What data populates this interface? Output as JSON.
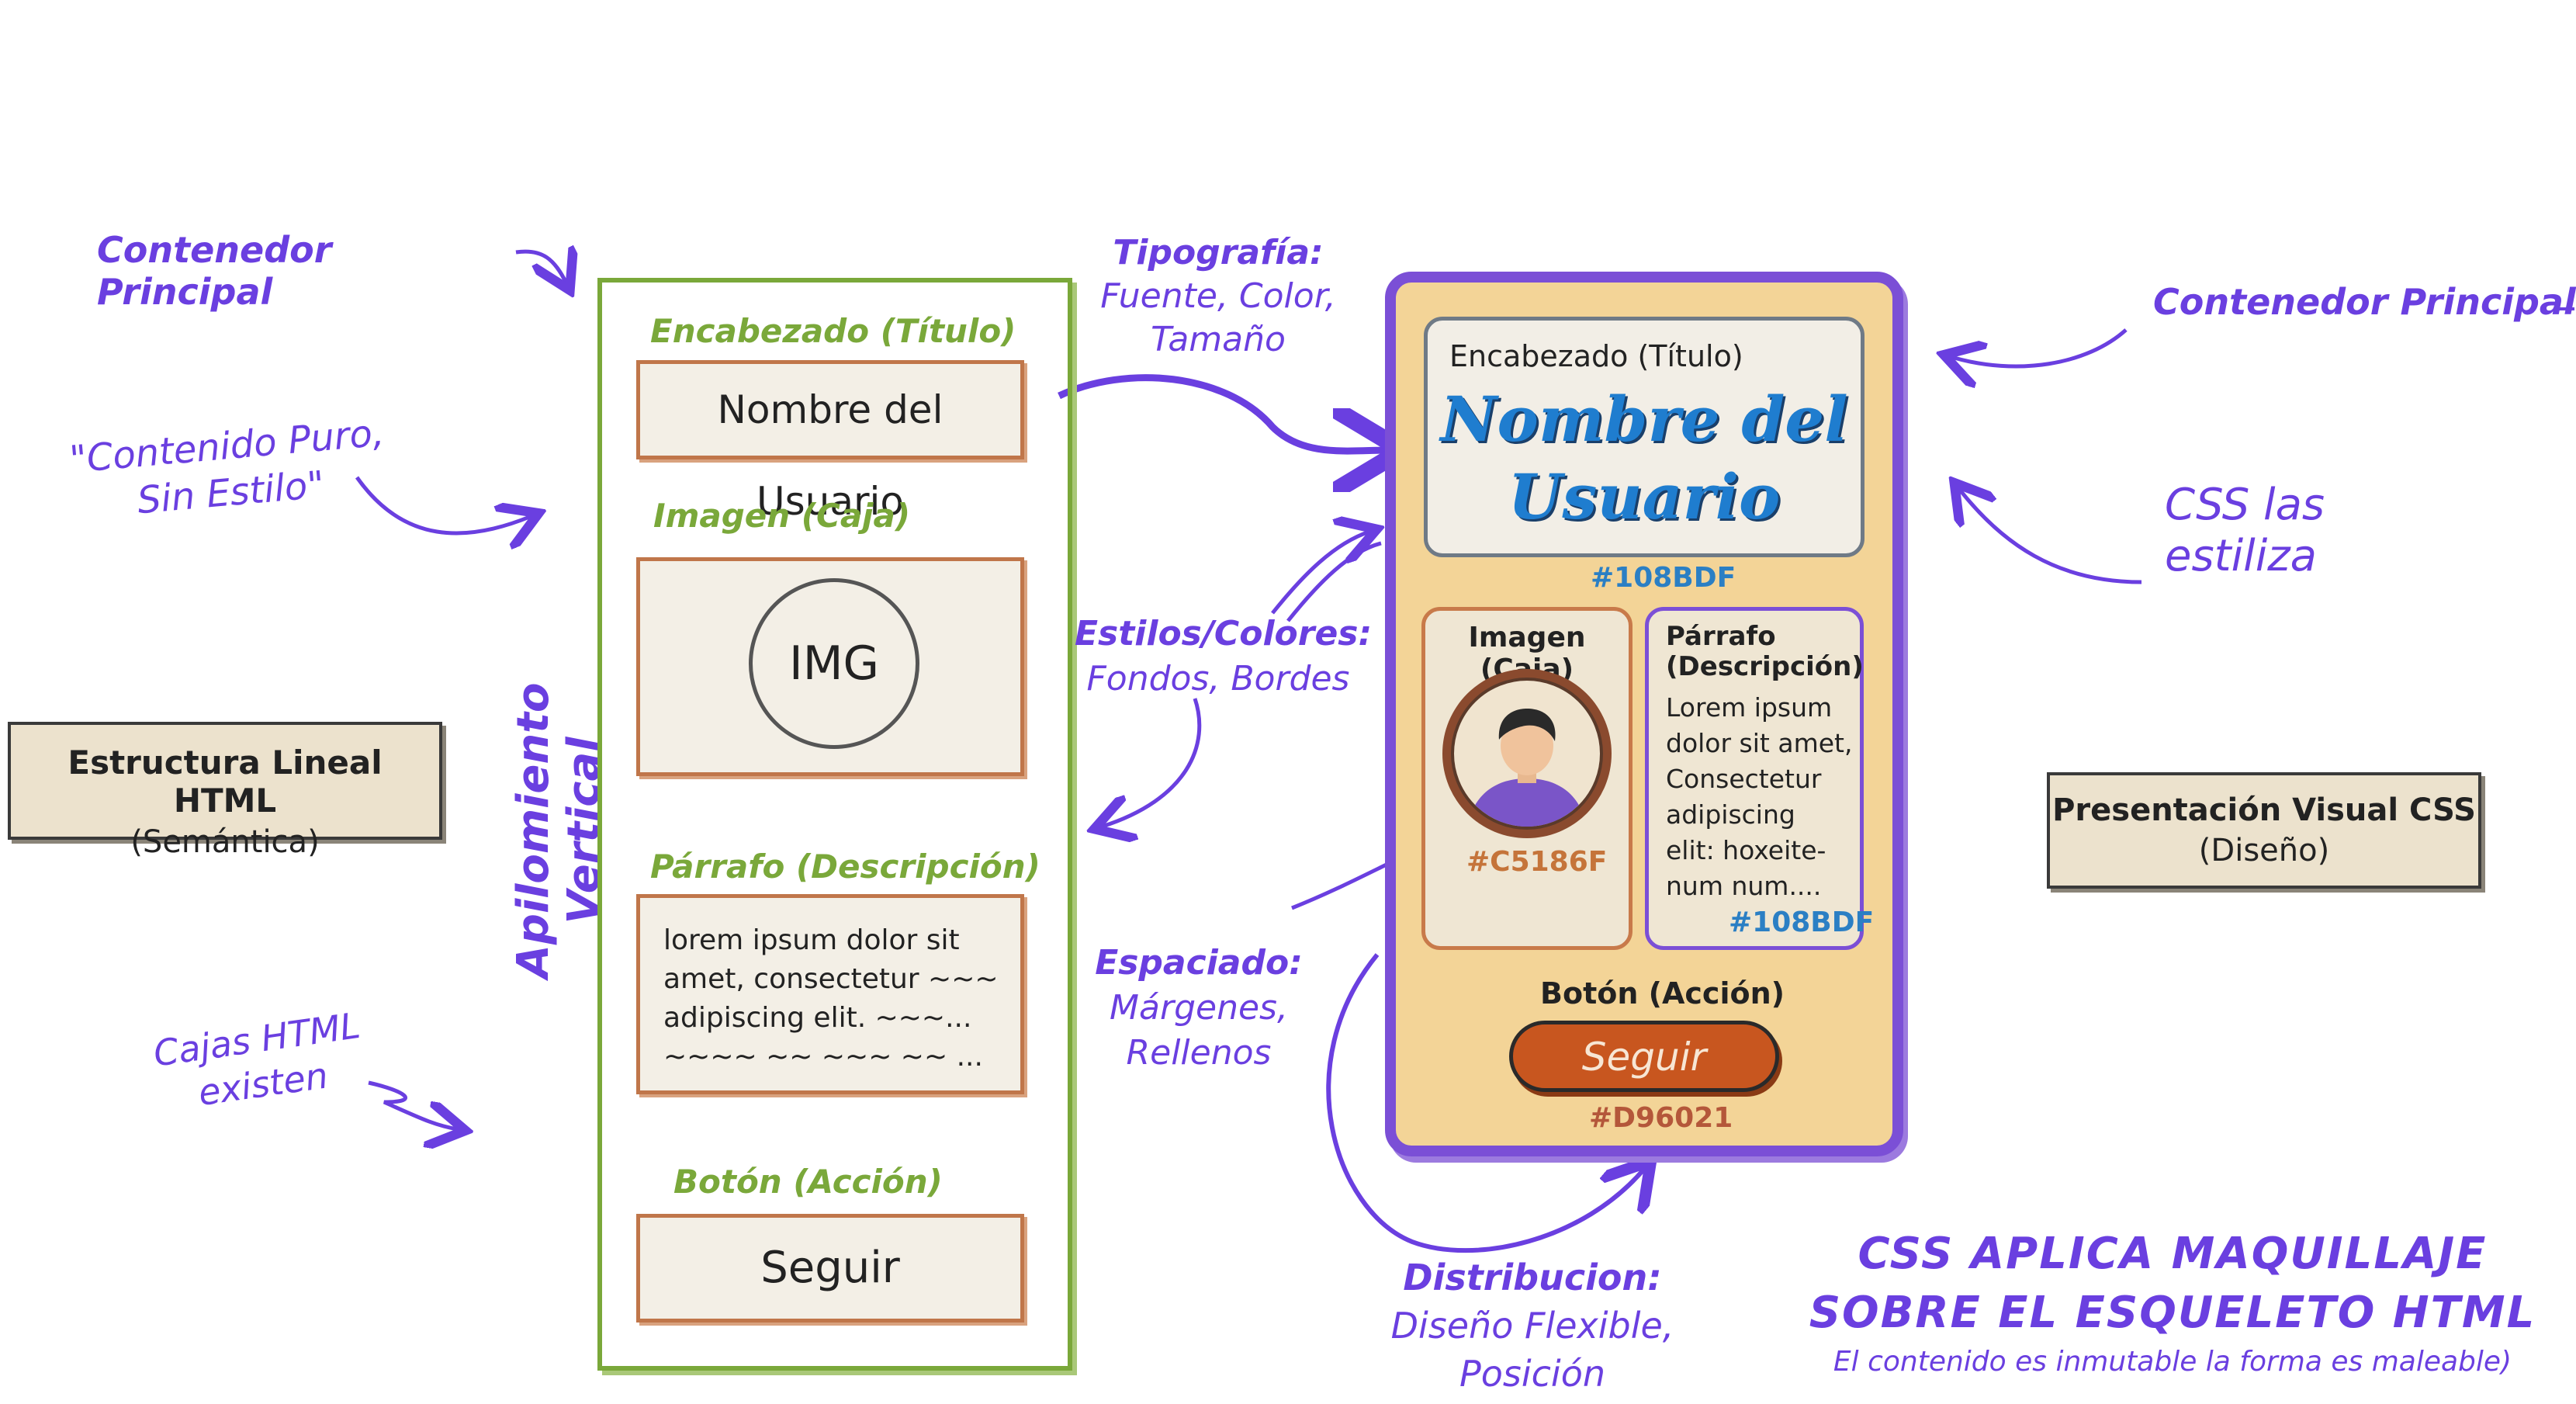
{
  "left_side": {
    "tag_box": {
      "title": "Estructura Lineal HTML",
      "subtitle": "(Semántica)"
    },
    "annotations": {
      "container": "Contenedor Principal",
      "pure_line1": "\"Contenido Puro,",
      "pure_line2": "Sin Estilo\"",
      "boxes_line1": "Cajas HTML",
      "boxes_line2": "existen"
    },
    "stack_label": "Apilomiento Vertical",
    "wireframe": {
      "heading_label": "Encabezado (Título)",
      "heading_value": "Nombre del Usuario",
      "image_label": "Imagen (Caja)",
      "image_value": "IMG",
      "paragraph_label": "Párrafo (Descripción)",
      "paragraph_lines": [
        "lorem ipsum dolor sit",
        "amet, consectetur ~~~",
        "adipiscing elit. ~~~...",
        "~~~~ ~~ ~~~ ~~ ..."
      ],
      "button_label": "Botón (Acción)",
      "button_value": "Seguir"
    }
  },
  "middle_annotations": {
    "typography_1": "Tipografía:",
    "typography_2": "Fuente, Color,",
    "typography_3": "Tamaño",
    "styles_1": "Estilos/Colores:",
    "styles_2": "Fondos, Bordes",
    "spacing_1": "Espaciado:",
    "spacing_2": "Márgenes,",
    "spacing_3": "Rellenos",
    "distribution_1": "Distribucion:",
    "distribution_2": "Diseño Flexible,",
    "distribution_3": "Posición"
  },
  "styled_card": {
    "heading_label": "Encabezado (Título)",
    "heading_line1": "Nombre del",
    "heading_line2": "Usuario",
    "heading_color": "#108BDF",
    "image_label": "Imagen (Caja)",
    "image_color": "#C5186F",
    "paragraph_label_1": "Párrafo",
    "paragraph_label_2": "(Descripción)",
    "paragraph_lines": [
      "Lorem ipsum",
      "dolor sit amet,",
      "Consectetur",
      "adipiscing",
      "elit: hoxeite-",
      "num num...."
    ],
    "paragraph_color": "#108BDF",
    "button_label": "Botón (Acción)",
    "button_value": "Seguir",
    "button_color": "#D96021",
    "accent_purple": "#7b4fd6",
    "card_bg": "#f3d497"
  },
  "right_side": {
    "container": "Contenedor Principal",
    "css_styles_1": "CSS las",
    "css_styles_2": "estiliza",
    "tag_box": {
      "title": "Presentación Visual CSS",
      "subtitle": "(Diseño)"
    }
  },
  "conclusion": {
    "line1": "CSS APLICA MAQUILLAJE",
    "line2": "SOBRE EL ESQUELETO HTML",
    "line3": "El contenido es inmutable  la forma es maleable)"
  }
}
